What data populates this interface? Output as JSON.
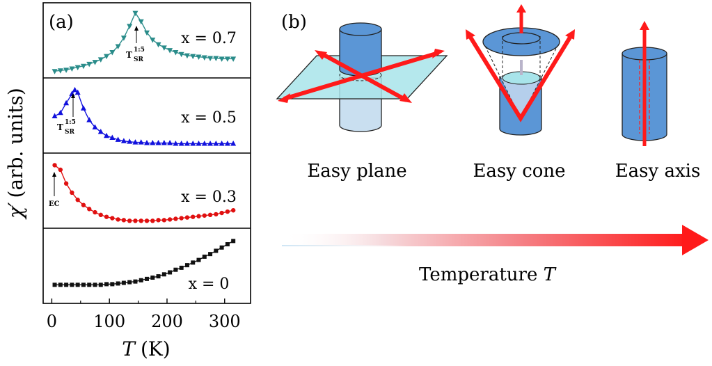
{
  "panel_a": {
    "label": "(a)",
    "ylabel_symbol": "χ′",
    "ylabel_text": "(arb. units)",
    "xlabel_symbol": "T",
    "xlabel_text": "(K)",
    "x_ticks": [
      "0",
      "100",
      "200",
      "300"
    ],
    "annotations": {
      "tsr_main": "T",
      "tsr_sup": "1:5",
      "tsr_sub": "SR",
      "ec": "EC"
    }
  },
  "panel_b": {
    "label": "(b)",
    "easy_plane": "Easy plane",
    "easy_cone": "Easy cone",
    "easy_axis": "Easy axis",
    "temperature_text": "Temperature ",
    "temperature_symbol": "T",
    "colors": {
      "cylinder": "#5b96d6",
      "cylinder_light": "#c9dff0",
      "plane": "#a8e4ea",
      "arrow": "#ff1a1a"
    }
  },
  "chart_data": {
    "type": "scatter",
    "xlabel": "T (K)",
    "ylabel": "χ′ (arb. units)",
    "xlim": [
      -15,
      345
    ],
    "x_ticks": [
      0,
      100,
      200,
      300
    ],
    "ylim": [
      0,
      1
    ],
    "series": [
      {
        "name": "x = 0.7",
        "label_text": "x = 0.7",
        "color": "#2a8c8a",
        "marker": "triangle-down",
        "x": [
          5,
          15,
          25,
          35,
          45,
          55,
          65,
          75,
          85,
          95,
          105,
          115,
          125,
          135,
          145,
          155,
          165,
          175,
          185,
          195,
          205,
          215,
          225,
          235,
          245,
          255,
          265,
          275,
          285,
          295,
          305,
          315
        ],
        "y": [
          0.04,
          0.05,
          0.06,
          0.08,
          0.1,
          0.12,
          0.15,
          0.18,
          0.22,
          0.27,
          0.33,
          0.42,
          0.55,
          0.73,
          0.93,
          0.8,
          0.63,
          0.52,
          0.45,
          0.4,
          0.36,
          0.33,
          0.3,
          0.28,
          0.27,
          0.26,
          0.25,
          0.24,
          0.24,
          0.23,
          0.23,
          0.23
        ]
      },
      {
        "name": "x = 0.5",
        "label_text": "x = 0.5",
        "color": "#1111dd",
        "marker": "triangle-up",
        "x": [
          5,
          15,
          25,
          35,
          40,
          45,
          55,
          65,
          75,
          85,
          95,
          105,
          115,
          125,
          135,
          145,
          155,
          165,
          175,
          185,
          195,
          205,
          215,
          225,
          235,
          245,
          255,
          265,
          275,
          285,
          295,
          305,
          315
        ],
        "y": [
          0.5,
          0.55,
          0.7,
          0.84,
          0.9,
          0.86,
          0.62,
          0.44,
          0.33,
          0.26,
          0.2,
          0.17,
          0.14,
          0.12,
          0.11,
          0.1,
          0.1,
          0.09,
          0.09,
          0.09,
          0.09,
          0.09,
          0.08,
          0.08,
          0.08,
          0.08,
          0.08,
          0.08,
          0.08,
          0.08,
          0.08,
          0.08,
          0.08
        ]
      },
      {
        "name": "x = 0.3",
        "label_text": "x = 0.3",
        "color": "#e01010",
        "marker": "circle",
        "x": [
          5,
          15,
          25,
          35,
          45,
          55,
          65,
          75,
          85,
          95,
          105,
          115,
          125,
          135,
          145,
          155,
          165,
          175,
          185,
          195,
          205,
          215,
          225,
          235,
          245,
          255,
          265,
          275,
          285,
          295,
          305,
          315
        ],
        "y": [
          0.9,
          0.83,
          0.62,
          0.48,
          0.37,
          0.29,
          0.23,
          0.18,
          0.14,
          0.11,
          0.09,
          0.07,
          0.06,
          0.05,
          0.05,
          0.05,
          0.05,
          0.05,
          0.06,
          0.06,
          0.07,
          0.08,
          0.09,
          0.1,
          0.11,
          0.12,
          0.13,
          0.14,
          0.15,
          0.17,
          0.19,
          0.21
        ]
      },
      {
        "name": "x = 0",
        "label_text": "x = 0",
        "color": "#111111",
        "marker": "square",
        "x": [
          5,
          15,
          25,
          35,
          45,
          55,
          65,
          75,
          85,
          95,
          105,
          115,
          125,
          135,
          145,
          155,
          165,
          175,
          185,
          195,
          205,
          215,
          225,
          235,
          245,
          255,
          265,
          275,
          285,
          295,
          305,
          315
        ],
        "y": [
          0.22,
          0.22,
          0.22,
          0.22,
          0.22,
          0.22,
          0.22,
          0.22,
          0.22,
          0.23,
          0.23,
          0.24,
          0.25,
          0.26,
          0.27,
          0.29,
          0.31,
          0.33,
          0.35,
          0.38,
          0.41,
          0.45,
          0.48,
          0.52,
          0.56,
          0.6,
          0.65,
          0.69,
          0.74,
          0.79,
          0.84,
          0.89
        ]
      }
    ]
  }
}
